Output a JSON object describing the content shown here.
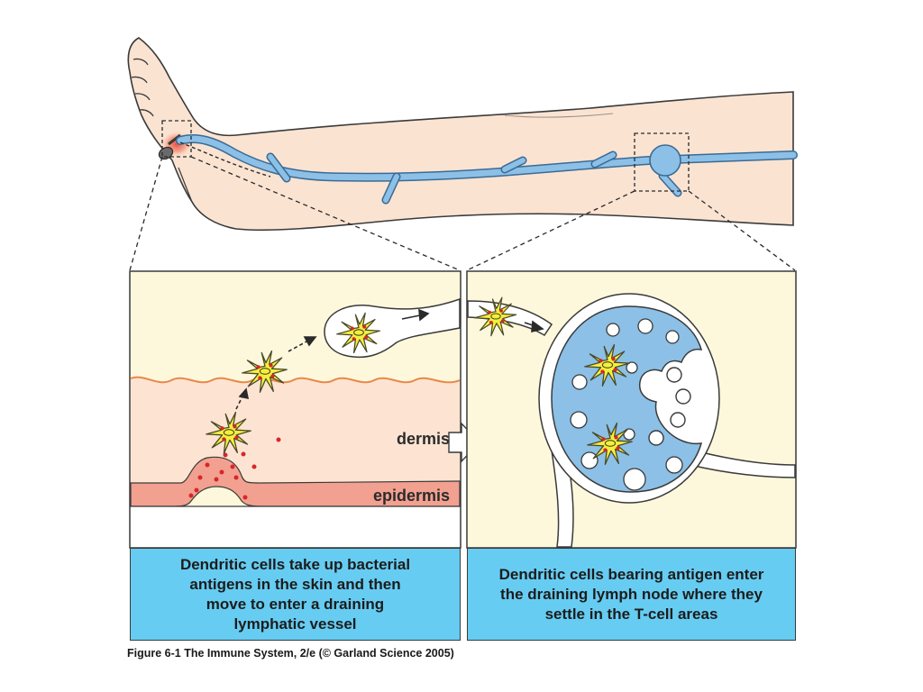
{
  "labels": {
    "dermis": "dermis",
    "epidermis": "epidermis"
  },
  "captions": {
    "left": [
      "Dendritic cells take up bacterial",
      "antigens in the skin and then",
      "move to enter a draining",
      "lymphatic vessel"
    ],
    "right": [
      "Dendritic cells bearing antigen enter",
      "the draining lymph node where they",
      "settle in the T-cell areas"
    ]
  },
  "credit": "Figure 6-1  The Immune System, 2/e (© Garland Science 2005)",
  "colors": {
    "skin": "#fbe3d2",
    "lymph": "#8cc0e6",
    "lymph_outline": "#3a6b95",
    "panel_bg": "#fdf8dc",
    "dermis": "#fde4d2",
    "epidermis": "#f2a090",
    "caption": "#66ccf2",
    "infection": "#e84a3a",
    "dendritic_cell": "#f4ef3c",
    "antigen": "#d8262a"
  }
}
